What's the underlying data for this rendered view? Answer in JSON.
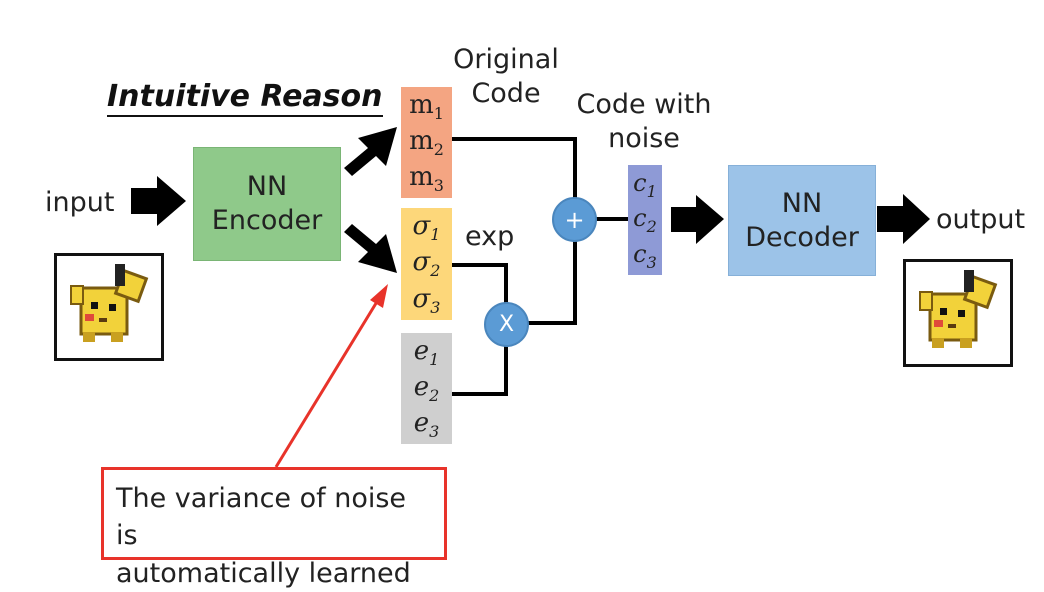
{
  "title": "Intuitive Reason",
  "labels": {
    "input": "input",
    "output": "output",
    "original_code": [
      "Original",
      "Code"
    ],
    "code_with_noise": [
      "Code with",
      "noise"
    ],
    "exp": "exp"
  },
  "encoder": {
    "line1": "NN",
    "line2": "Encoder"
  },
  "decoder": {
    "line1": "NN",
    "line2": "Decoder"
  },
  "vectors": {
    "m": {
      "symbol": "m",
      "subs": [
        "1",
        "2",
        "3"
      ]
    },
    "sigma": {
      "symbol": "σ",
      "subs": [
        "1",
        "2",
        "3"
      ]
    },
    "e": {
      "symbol": "e",
      "subs": [
        "1",
        "2",
        "3"
      ]
    },
    "c": {
      "symbol": "c",
      "subs": [
        "1",
        "2",
        "3"
      ]
    }
  },
  "operators": {
    "plus": "+",
    "times": "X"
  },
  "note": [
    "The variance of noise is",
    "automatically learned"
  ],
  "colors": {
    "encoder_fill": "#8fc98a",
    "decoder_fill": "#9cc3e8",
    "m_fill": "#f4a582",
    "sigma_fill": "#fdd77a",
    "e_fill": "#cfcfcf",
    "c_fill": "#8e9ad6",
    "operator_fill": "#5b9bd5",
    "note_border": "#e8332a"
  }
}
